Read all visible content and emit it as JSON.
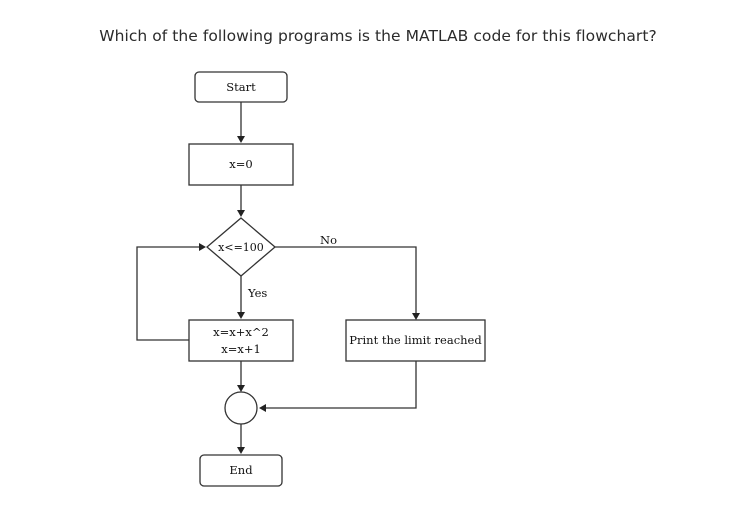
{
  "question": "Which of the following programs is the MATLAB code for this flowchart?",
  "flowchart": {
    "start": "Start",
    "init": "x=0",
    "condition": "x<=100",
    "no_label": "No",
    "yes_label": "Yes",
    "body_line1": "x=x+x^2",
    "body_line2": "x=x+1",
    "print": "Print the limit reached",
    "end": "End"
  }
}
